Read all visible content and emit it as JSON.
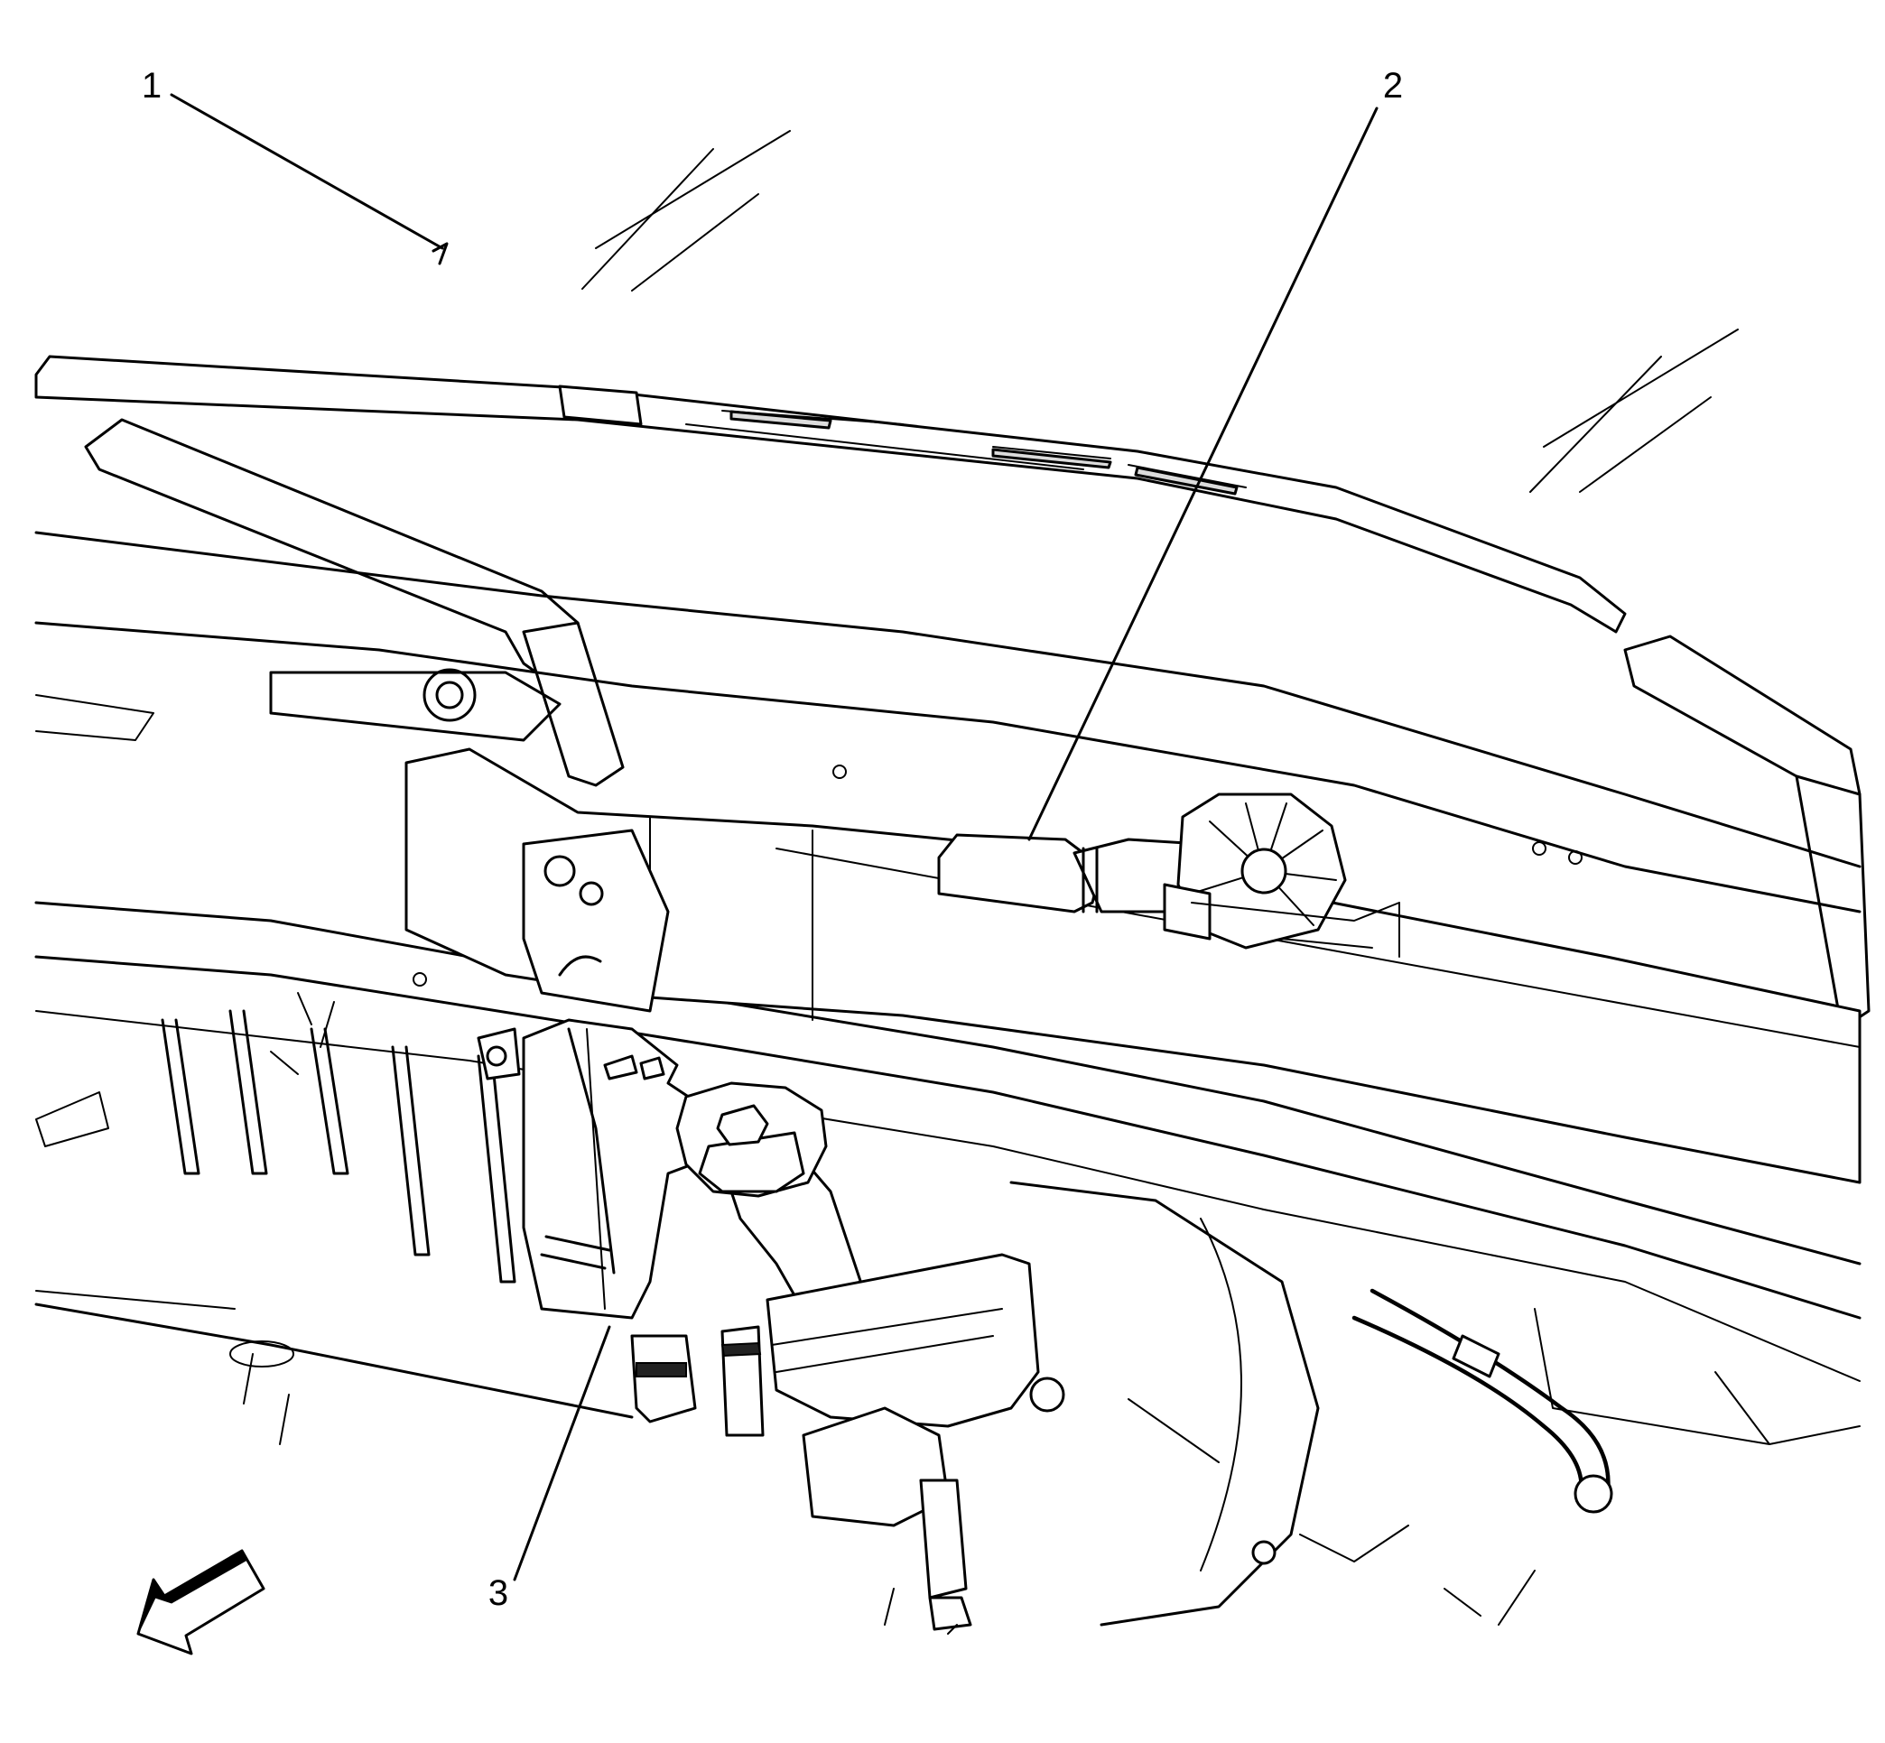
{
  "callouts": [
    {
      "number": "1"
    },
    {
      "number": "2"
    },
    {
      "number": "3"
    }
  ],
  "icons": {
    "direction_arrow": "front-direction-arrow-icon"
  }
}
